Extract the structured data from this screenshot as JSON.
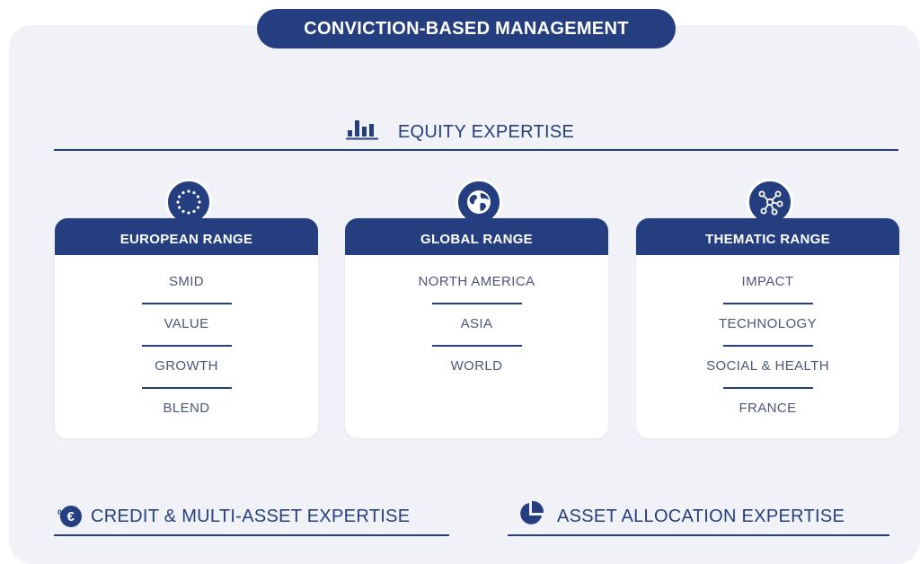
{
  "title": "CONVICTION-BASED MANAGEMENT",
  "equity": {
    "heading": "EQUITY EXPERTISE",
    "icon": "bar-chart-icon"
  },
  "ranges": [
    {
      "title": "EUROPEAN RANGE",
      "icon": "eu-stars-icon",
      "items": [
        "SMID",
        "VALUE",
        "GROWTH",
        "BLEND"
      ]
    },
    {
      "title": "GLOBAL RANGE",
      "icon": "globe-icon",
      "items": [
        "NORTH AMERICA",
        "ASIA",
        "WORLD"
      ]
    },
    {
      "title": "THEMATIC RANGE",
      "icon": "network-icon",
      "items": [
        "IMPACT",
        "TECHNOLOGY",
        "SOCIAL & HEALTH",
        "FRANCE"
      ]
    }
  ],
  "credit": {
    "heading": "CREDIT & MULTI-ASSET EXPERTISE",
    "icon_prefix": "%",
    "icon_symbol": "€",
    "icon": "percent-euro-icon"
  },
  "allocation": {
    "heading": "ASSET ALLOCATION EXPERTISE",
    "icon": "pie-chart-icon"
  },
  "colors": {
    "primary": "#243e80",
    "panel": "#f1f2f8",
    "item_text": "#4a5876",
    "card": "#ffffff"
  }
}
